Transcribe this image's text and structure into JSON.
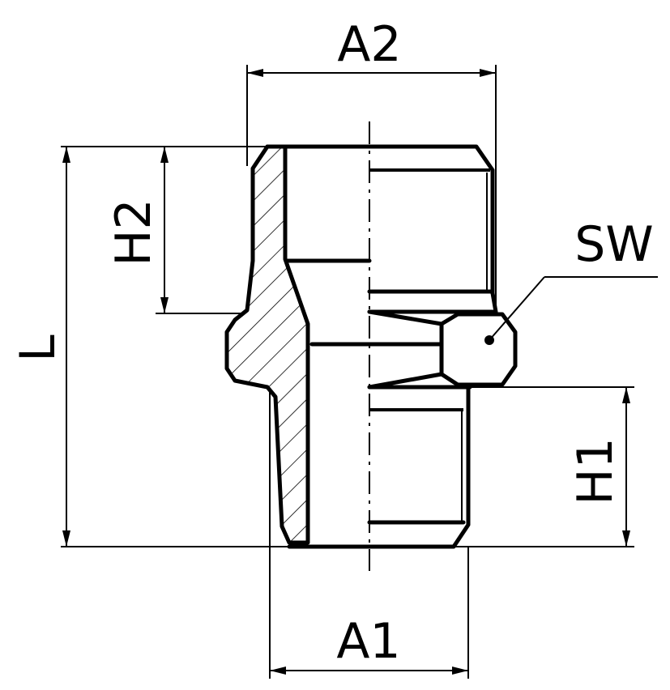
{
  "labels": {
    "a2": "A2",
    "a1": "A1",
    "h2": "H2",
    "h1": "H1",
    "l": "L",
    "sw": "SW"
  }
}
